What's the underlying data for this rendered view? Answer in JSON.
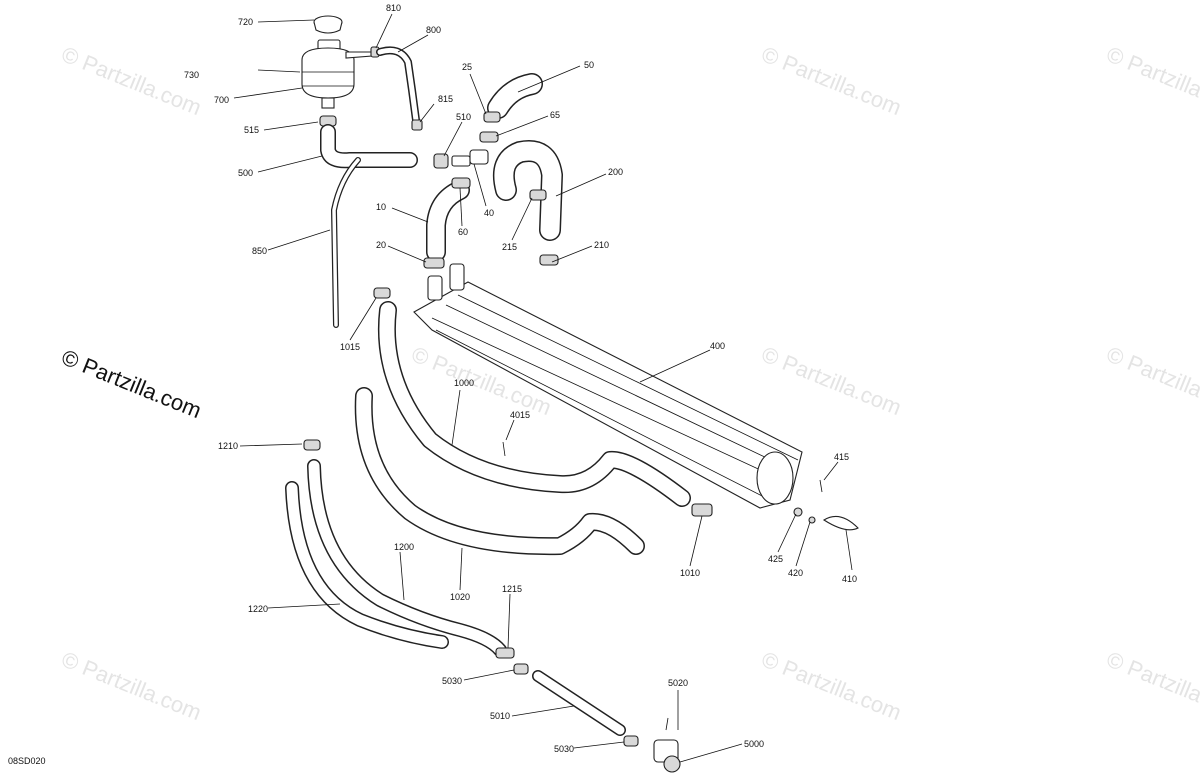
{
  "watermark_text": "© Partzilla.com",
  "copyright_text": "© Partzilla.com",
  "diagram_code": "08SD020",
  "labels": {
    "p720": "720",
    "p810": "810",
    "p800": "800",
    "p730": "730",
    "p700": "700",
    "p815": "815",
    "p25": "25",
    "p50": "50",
    "p515": "515",
    "p510": "510",
    "p65": "65",
    "p500": "500",
    "p200": "200",
    "p40": "40",
    "p10": "10",
    "p60": "60",
    "p215": "215",
    "p210": "210",
    "p20": "20",
    "p850": "850",
    "p1015": "1015",
    "p400": "400",
    "p1000": "1000",
    "p4015": "4015",
    "p1210": "1210",
    "p415": "415",
    "p425": "425",
    "p420": "420",
    "p410": "410",
    "p1010": "1010",
    "p1200": "1200",
    "p1020": "1020",
    "p1220": "1220",
    "p1215": "1215",
    "p5030a": "5030",
    "p5020": "5020",
    "p5010": "5010",
    "p5030b": "5030",
    "p5000": "5000"
  }
}
